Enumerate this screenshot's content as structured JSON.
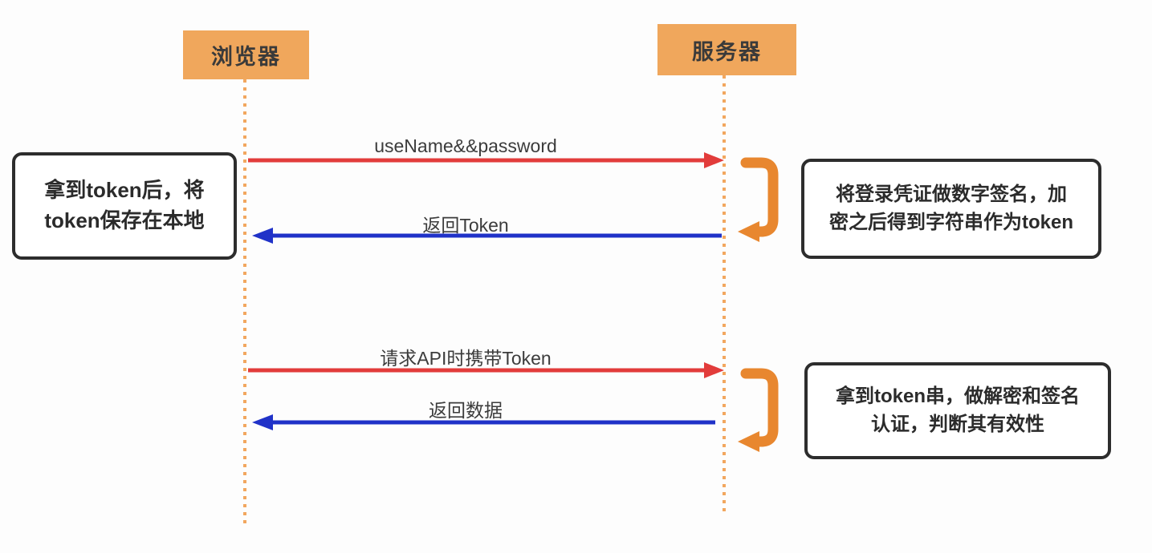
{
  "colors": {
    "actor_bg": "#f0a75c",
    "red_arrow": "#e23c3b",
    "blue_arrow": "#2032c8",
    "loop_arrow": "#e8872f",
    "lifeline_dot": "#f2a75f",
    "note_border": "#2d2d2d",
    "text": "#3a3a3a",
    "background": "#fdfdfd"
  },
  "actors": [
    {
      "id": "browser",
      "label": "浏览器"
    },
    {
      "id": "server",
      "label": "服务器"
    }
  ],
  "messages": [
    {
      "label": "useName&&password",
      "from": "browser",
      "to": "server",
      "style": "red-solid"
    },
    {
      "label": "返回Token",
      "from": "server",
      "to": "browser",
      "style": "blue-solid"
    },
    {
      "label": "请求API时携带Token",
      "from": "browser",
      "to": "server",
      "style": "red-solid"
    },
    {
      "label": "返回数据",
      "from": "server",
      "to": "browser",
      "style": "blue-solid"
    }
  ],
  "notes": [
    {
      "attached_to": "browser",
      "text": "拿到token后，将\ntoken保存在本地"
    },
    {
      "attached_to": "server",
      "text": "将登录凭证做数字签名，加\n密之后得到字符串作为token"
    },
    {
      "attached_to": "server",
      "text": "拿到token串，做解密和签名\n认证，判断其有效性"
    }
  ]
}
